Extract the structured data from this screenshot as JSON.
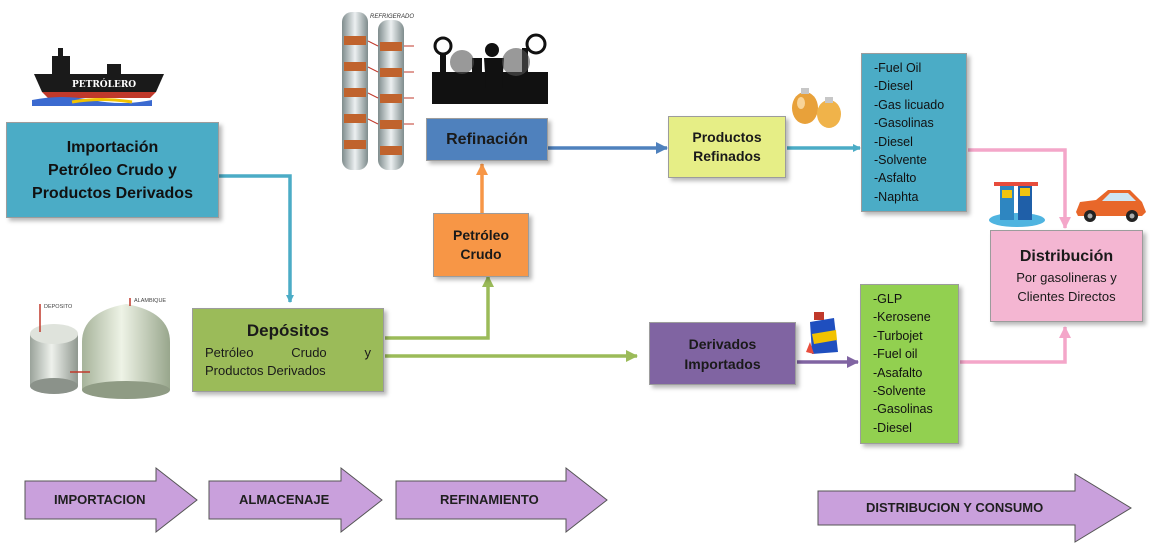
{
  "boxes": {
    "importacion": {
      "lines": [
        "Importación",
        "Petróleo Crudo y",
        "Productos Derivados"
      ],
      "color": "#4bacc6"
    },
    "depositos": {
      "title": "Depósitos",
      "line1_words": [
        "Petróleo",
        "Crudo",
        "y"
      ],
      "line2": "Productos Derivados",
      "color": "#9bbb59"
    },
    "petroleo_crudo": {
      "lines": [
        "Petróleo",
        "Crudo"
      ],
      "color": "#f79646"
    },
    "refinacion": {
      "title": "Refinación",
      "color": "#4f81bd"
    },
    "productos_refinados": {
      "lines": [
        "Productos",
        "Refinados"
      ],
      "color": "#e6ee86"
    },
    "derivados_importados": {
      "lines": [
        "Derivados",
        "Importados"
      ],
      "color": "#8064a2"
    },
    "distribucion": {
      "title": "Distribución",
      "lines": [
        "Por gasolineras y",
        "Clientes Directos"
      ],
      "color": "#f4b6d2"
    }
  },
  "refined_list": [
    "-Fuel Oil",
    "-Diesel",
    "-Gas licuado",
    "-Gasolinas",
    "-Diesel",
    "-Solvente",
    "-Asfalto",
    "-Naphta"
  ],
  "imported_list": [
    "-GLP",
    "-Kerosene",
    "-Turbojet",
    "-Fuel oil",
    "-Asafalto",
    "-Solvente",
    "-Gasolinas",
    "-Diesel"
  ],
  "image_labels": {
    "ship": "PETRÓLERO",
    "deposito": "DEPOSITO",
    "alambique": "ALAMBIQUE",
    "refrigerador": "REFRIGERADO"
  },
  "stages": [
    "IMPORTACION",
    "ALMACENAJE",
    "REFINAMIENTO",
    "DISTRIBUCION Y CONSUMO"
  ],
  "colors": {
    "arrow_blue": "#4bacc6",
    "arrow_green": "#9bbb59",
    "arrow_orange": "#f79646",
    "arrow_steel": "#4f81bd",
    "arrow_purple": "#8064a2",
    "arrow_pink": "#f4a6c9",
    "stage_arrow": "#c9a0dc",
    "list_teal": "#4bacc6",
    "list_green": "#92d050"
  }
}
